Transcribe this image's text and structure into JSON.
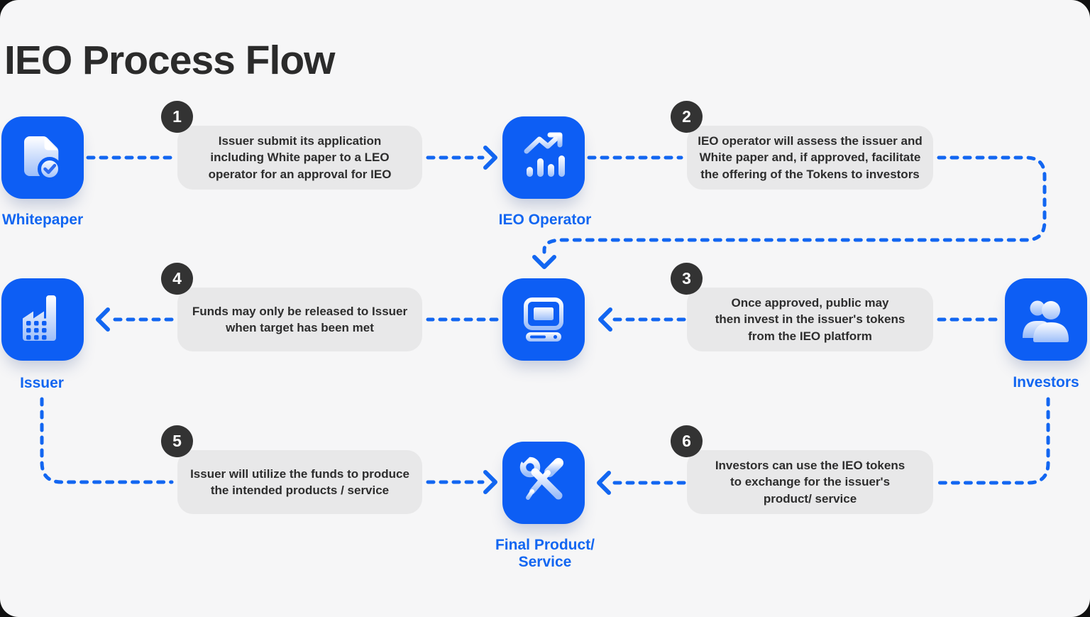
{
  "page": {
    "title": "IEO Process Flow",
    "background_color": "#f6f6f7",
    "accent_color": "#1266f1",
    "tile_color": "#0d5ef4",
    "badge_color": "#333333",
    "bubble_color": "#e8e8e9",
    "title_color": "#2b2b2b",
    "bubble_text_color": "#2d2d2d"
  },
  "nodes": {
    "whitepaper": {
      "label": "Whitepaper",
      "icon": "document-check-icon"
    },
    "ieo_operator": {
      "label": "IEO Operator",
      "icon": "chart-trend-icon"
    },
    "ieo_platform": {
      "icon": "computer-icon"
    },
    "issuer": {
      "label": "Issuer",
      "icon": "factory-icon"
    },
    "investors": {
      "label": "Investors",
      "icon": "people-icon"
    },
    "final_product": {
      "label_line1": "Final Product/",
      "label_line2": "Service",
      "icon": "tools-icon"
    }
  },
  "steps": [
    {
      "number": "1",
      "lines": [
        "Issuer submit its application",
        "including White paper to a LEO",
        "operator for an approval for IEO"
      ]
    },
    {
      "number": "2",
      "lines": [
        "IEO operator will assess the issuer and",
        "White paper and, if approved, facilitate",
        "the offering of the Tokens to investors"
      ]
    },
    {
      "number": "3",
      "lines": [
        "Once approved, public may",
        "then invest in the issuer's tokens",
        "from the IEO platform"
      ]
    },
    {
      "number": "4",
      "lines": [
        "Funds may only be released to Issuer",
        "when target has been met"
      ]
    },
    {
      "number": "5",
      "lines": [
        "Issuer will utilize the funds to produce",
        "the intended products / service"
      ]
    },
    {
      "number": "6",
      "lines": [
        "Investors can use the IEO tokens",
        "to exchange for the issuer's",
        "product/ service"
      ]
    }
  ]
}
